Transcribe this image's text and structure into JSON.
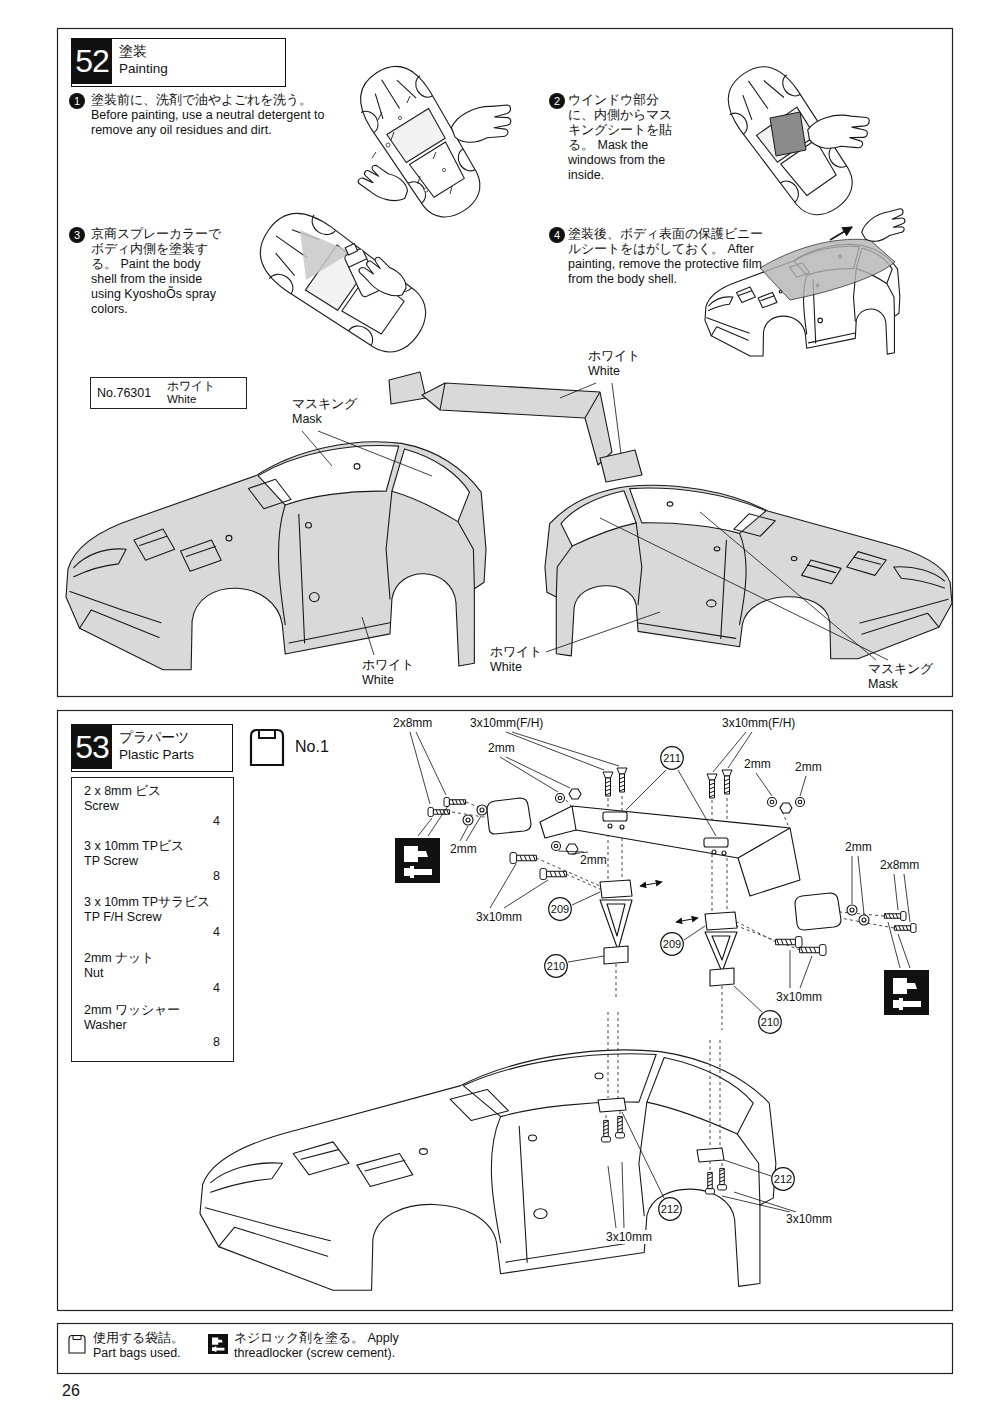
{
  "diagram": {
    "nodes": [
      {
        "text": [
          "52",
          "塗装 Painting"
        ]
      },
      {
        "text": [
          "1"
        ]
      },
      {
        "text": [
          "2"
        ]
      },
      {
        "text": [
          "3"
        ]
      },
      {
        "text": [
          "4"
        ]
      },
      {
        "text": [
          "No.76301",
          "ホワイト White"
        ]
      },
      {
        "text": [
          "53",
          "プラパーツ Plastic Parts"
        ]
      },
      {
        "text": [
          "2 x 8mm ビス Screw",
          "4",
          "3 x 10mm TPビス TP Screw",
          "8",
          "3 x 10mm TPサラビス TP F/H Screw",
          "4",
          "2mm ナット Nut",
          "4",
          "2mm ワッシャー Washer",
          "8"
        ]
      },
      {
        "text": [
          "No.1"
        ]
      },
      {
        "text": [
          "211"
        ]
      },
      {
        "text": [
          "209"
        ]
      },
      {
        "text": [
          "209"
        ]
      },
      {
        "text": [
          "210"
        ]
      },
      {
        "text": [
          "210"
        ]
      },
      {
        "text": [
          "212"
        ]
      },
      {
        "text": [
          "212"
        ]
      }
    ],
    "labels": [
      "塗装前に、洗剤で油やよごれを洗う。 Before painting, use a neutral detergent to remove any oil residues and dirt.",
      "ウインドウ部分に、内側からマスキングシートを貼る。 Mask the windows from the inside.",
      "京商スプレーカラーでボディ内側を塗装する。 Paint the body shell from the inside using KyoshoÕs spray colors.",
      "塗装後、ボディ表面の保護ビニールシートをはがしておく。 After painting, remove the protective film from the body shell.",
      "ホワイト White",
      "マスキング Mask",
      "ホワイト White",
      "ホワイト White",
      "マスキング Mask",
      "2x8mm",
      "3x10mm(F/H)",
      "3x10mm(F/H)",
      "2mm",
      "2mm",
      "2mm",
      "2mm",
      "2mm",
      "2mm",
      "2x8mm",
      "3x10mm",
      "3x10mm",
      "3x10mm",
      "3x10mm",
      "26"
    ],
    "legend": [
      {
        "text": "使用する袋詰。 Part bags used."
      },
      {
        "text": "ネジロック剤を塗る。 Apply threadlocker (screw cement)."
      }
    ]
  }
}
